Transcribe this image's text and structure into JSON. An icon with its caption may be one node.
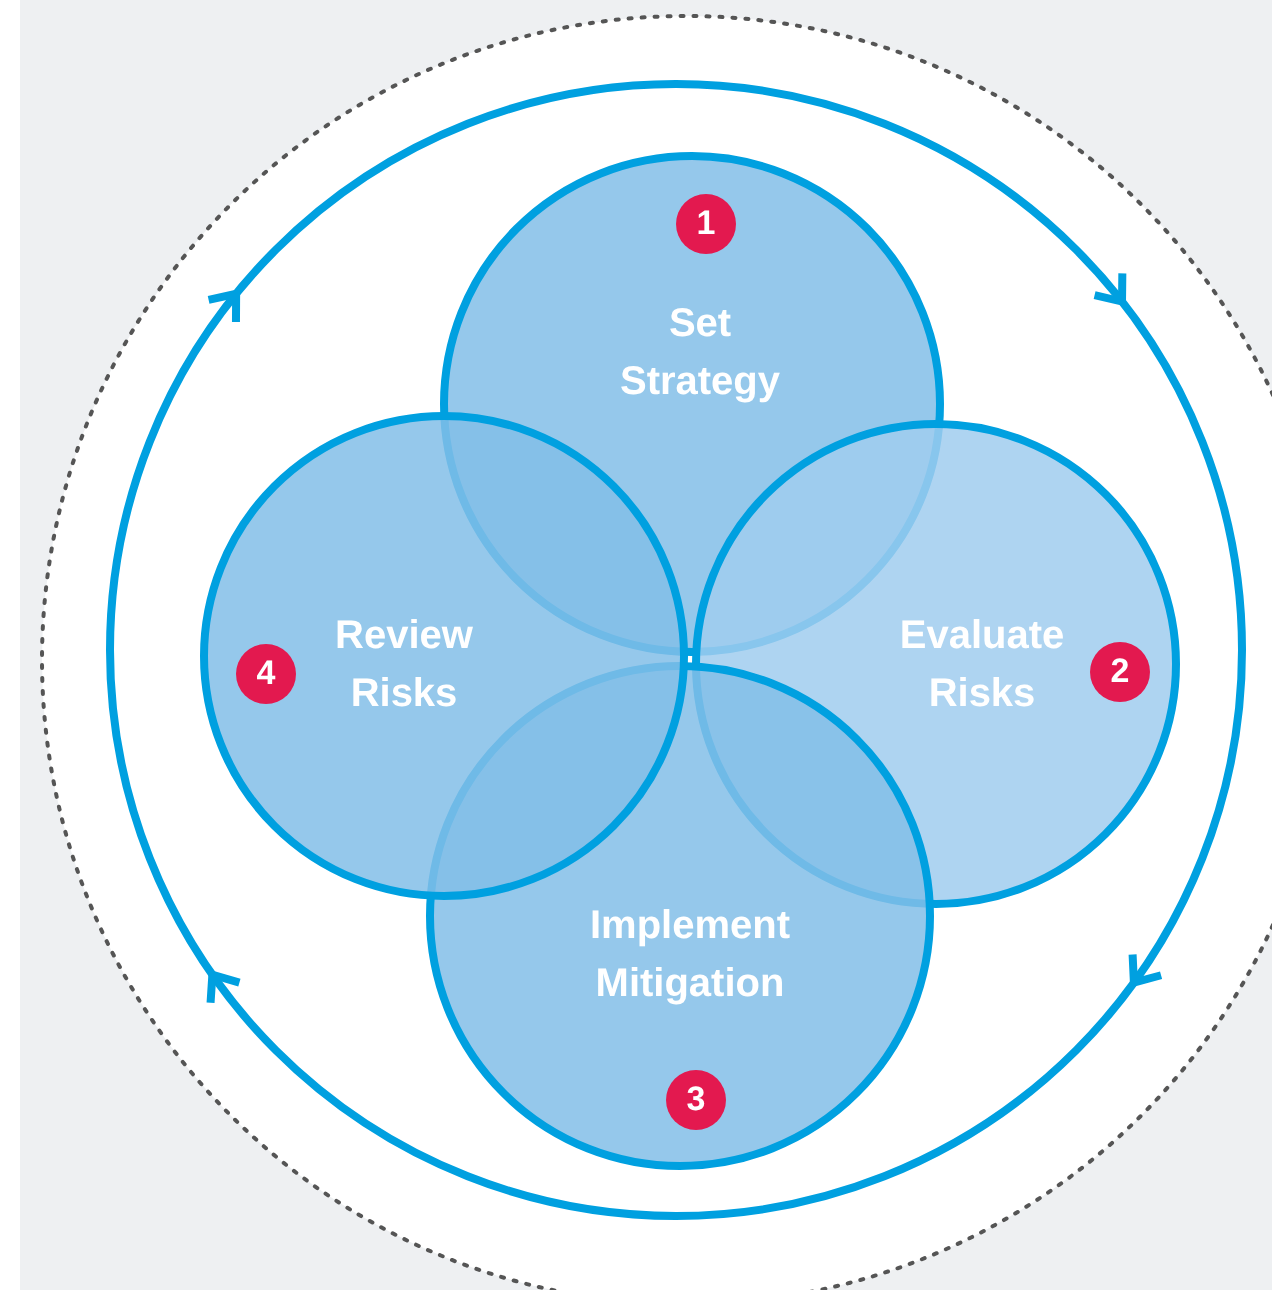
{
  "diagram": {
    "nodes": [
      {
        "text": [
          "1",
          "Set Strategy"
        ]
      },
      {
        "text": [
          "Evaluate Risks",
          "2"
        ]
      },
      {
        "text": [
          "Implement Mitigation",
          "3"
        ]
      },
      {
        "text": [
          "4",
          "Review Risks"
        ]
      }
    ]
  }
}
